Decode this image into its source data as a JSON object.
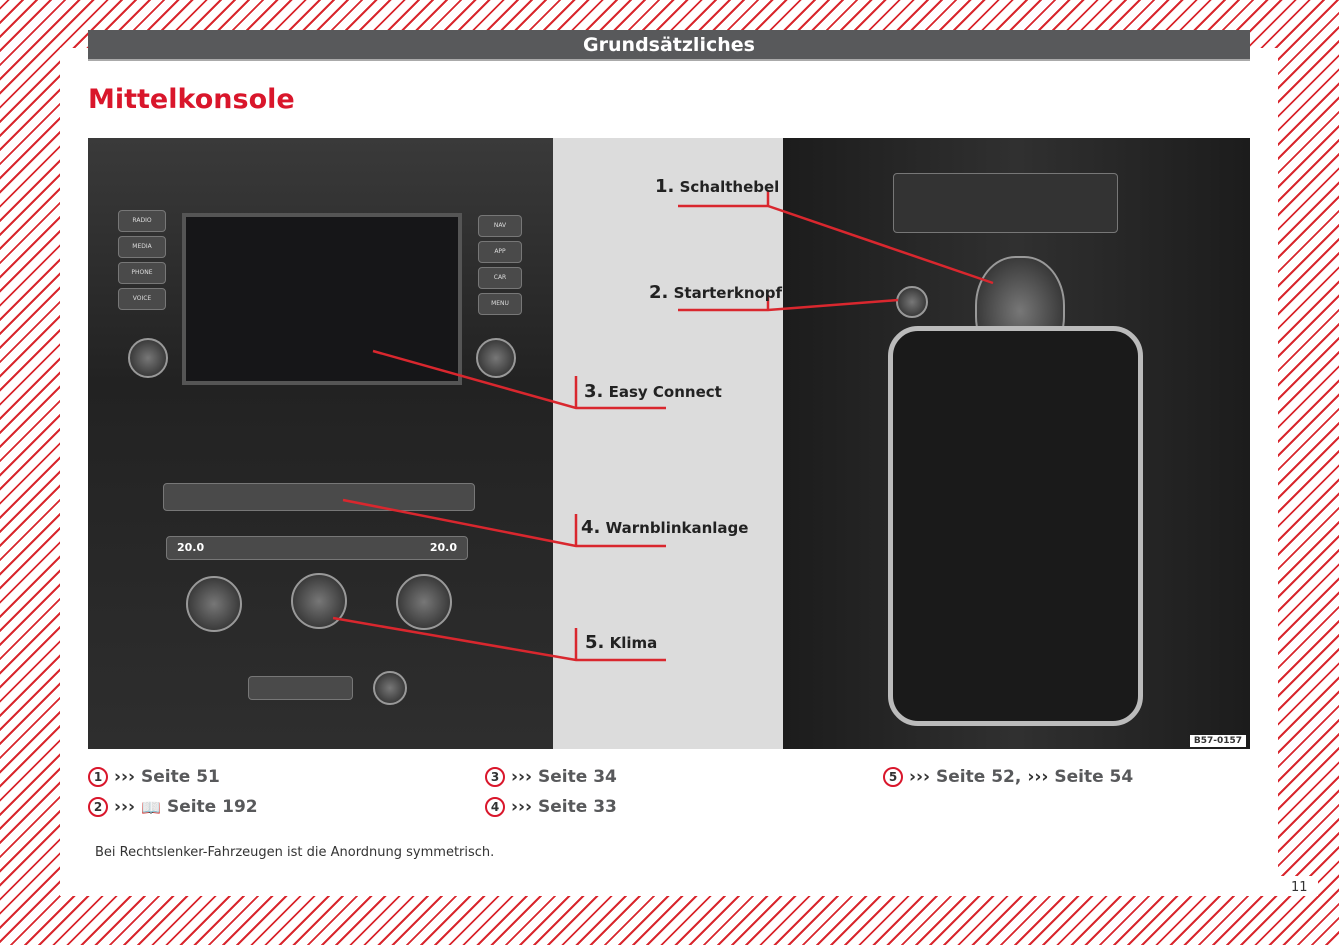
{
  "header": {
    "title": "Grundsätzliches"
  },
  "page_title": "Mittelkonsole",
  "figure": {
    "callouts": [
      {
        "num": "1.",
        "label": "Schalthebel"
      },
      {
        "num": "2.",
        "label": "Starterknopf"
      },
      {
        "num": "3.",
        "label": "Easy Connect"
      },
      {
        "num": "4.",
        "label": "Warnblinkanlage"
      },
      {
        "num": "5.",
        "label": "Klima"
      }
    ],
    "code": "B57-0157",
    "buttons_left": [
      "RADIO",
      "MEDIA",
      "PHONE",
      "VOICE"
    ],
    "buttons_right": [
      "NAV",
      "APP",
      "CAR",
      "MENU"
    ],
    "temp_left": "20.0",
    "temp_right": "20.0"
  },
  "refs": [
    {
      "n": "1",
      "arrow": "›››",
      "text": "Seite 51"
    },
    {
      "n": "2",
      "arrow": "›››",
      "text": "Seite 192"
    },
    {
      "n": "3",
      "arrow": "›››",
      "text": "Seite 34"
    },
    {
      "n": "4",
      "arrow": "›››",
      "text": "Seite 33"
    },
    {
      "n": "5",
      "arrow": "›››",
      "text": "Seite 52,",
      "arrow2": "›››",
      "text2": "Seite 54"
    }
  ],
  "note": "Bei Rechtslenker-Fahrzeugen ist die Anordnung symmetrisch.",
  "page_number": "11",
  "colors": {
    "accent": "#d9162b",
    "header": "#58595b"
  }
}
